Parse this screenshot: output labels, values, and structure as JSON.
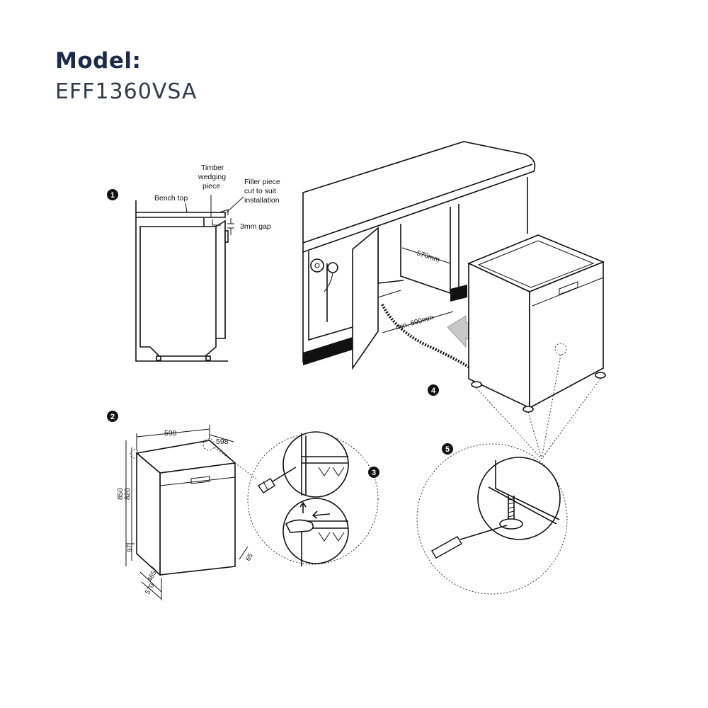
{
  "header": {
    "model_label": "Model:",
    "model_name": "EFF1360VSA"
  },
  "steps": {
    "s1": "1",
    "s2": "2",
    "s3": "3",
    "s4": "4",
    "s5": "5"
  },
  "step1": {
    "bench_top": "Bench top",
    "timber_line1": "Timber",
    "timber_line2": "wedging",
    "timber_line3": "piece",
    "filler_line1": "Filler piece",
    "filler_line2": "cut to suit",
    "filler_line3": "installation",
    "gap": "3mm gap"
  },
  "step4": {
    "width_570": "570mm",
    "min_600": "min. 600mm"
  },
  "step2": {
    "width": "598",
    "depth_top": "598",
    "height_850": "850",
    "height_820": "820",
    "plinth": "97",
    "depth_465": "465",
    "depth_570": "570",
    "side_65": "65"
  }
}
